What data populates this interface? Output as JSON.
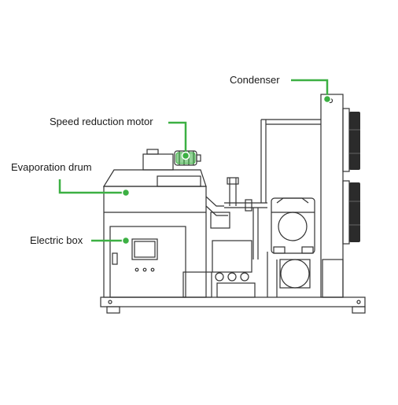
{
  "labels": {
    "condenser": "Condenser",
    "speed_reduction_motor": "Speed reduction motor",
    "evaporation_drum": "Evaporation drum",
    "electric_box": "Electric box"
  },
  "colors": {
    "callout": "#3cb043",
    "line_art": "#333333",
    "fan_fill": "#2b2b2b",
    "background": "#ffffff"
  }
}
